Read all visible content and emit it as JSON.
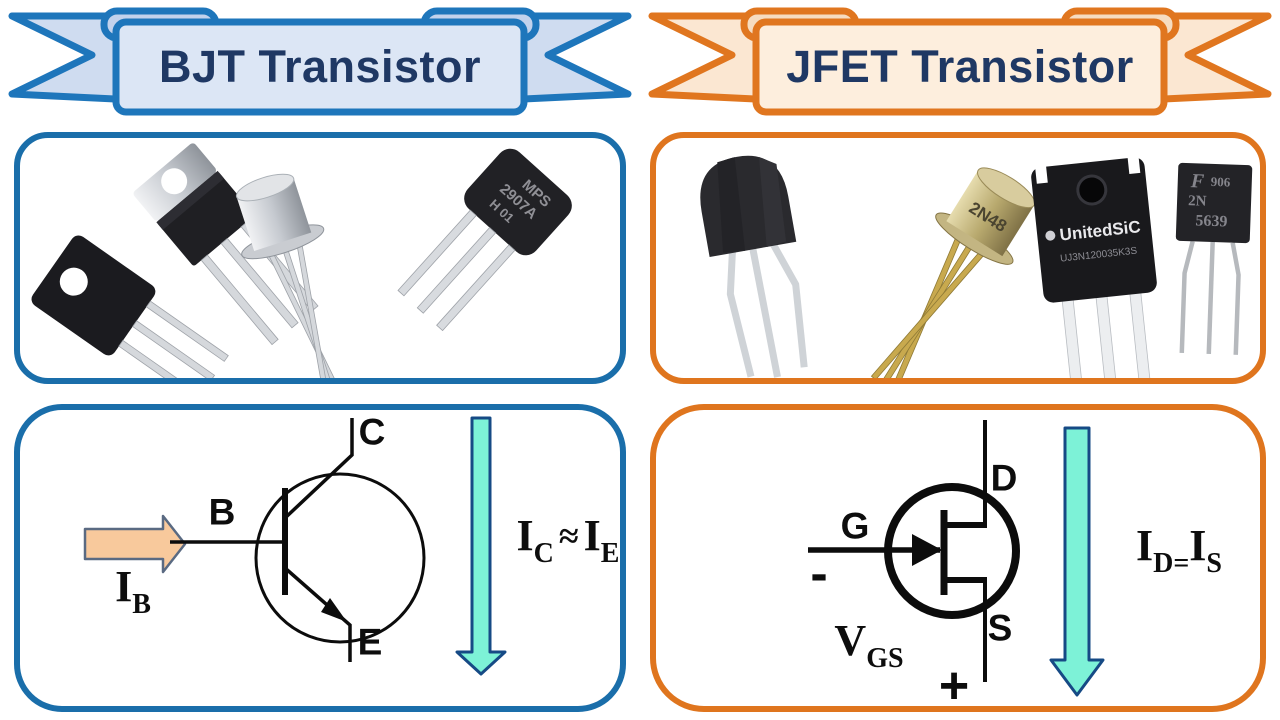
{
  "colors": {
    "ribbon_blue_border": "#1e76bb",
    "ribbon_blue_fill": "#cfdcf0",
    "ribbon_blue_panel": "#dce6f5",
    "ribbon_blue_curl": "#c2d2ec",
    "ribbon_orange_border": "#e0761f",
    "ribbon_orange_fill": "#fbe7d2",
    "ribbon_orange_panel": "#fdeedd",
    "ribbon_orange_curl": "#f6dcc0",
    "title_navy": "#1f3864",
    "box_blue": "#1a6eaa",
    "box_orange": "#df751e",
    "cyan_fill": "#7df2d7",
    "cyan_stroke": "#164a85",
    "peach_fill": "#f8c99c",
    "peach_stroke": "#5a6a82",
    "ink": "#0d0d0d"
  },
  "banners": {
    "left_title": "BJT Transistor",
    "right_title": "JFET Transistor"
  },
  "bjt_photos": {
    "to92_marking_line1": "MPS",
    "to92_marking_line2": "2907A",
    "to92_marking_line3": "H 01"
  },
  "jfet_photos": {
    "can_marking": "2N48",
    "to247_brand": "UnitedSiC",
    "to247_part": "UJ3N120035K3S",
    "to92_logo": "F",
    "to92_line1": "906",
    "to92_line2": "2N",
    "to92_line3": "5639"
  },
  "bjt_diagram": {
    "base_label": "B",
    "collector_label": "C",
    "emitter_label": "E",
    "current_main": "I",
    "current_sub": "B",
    "rel_i1": "I",
    "rel_s1": "C",
    "rel_op": "≈",
    "rel_i2": "I",
    "rel_s2": "E"
  },
  "jfet_diagram": {
    "gate_label": "G",
    "drain_label": "D",
    "source_label": "S",
    "minus": "-",
    "plus": "+",
    "v_main": "V",
    "v_sub": "GS",
    "rel_i1": "I",
    "rel_s1": "D=",
    "rel_i2": "I",
    "rel_s2": "S"
  }
}
